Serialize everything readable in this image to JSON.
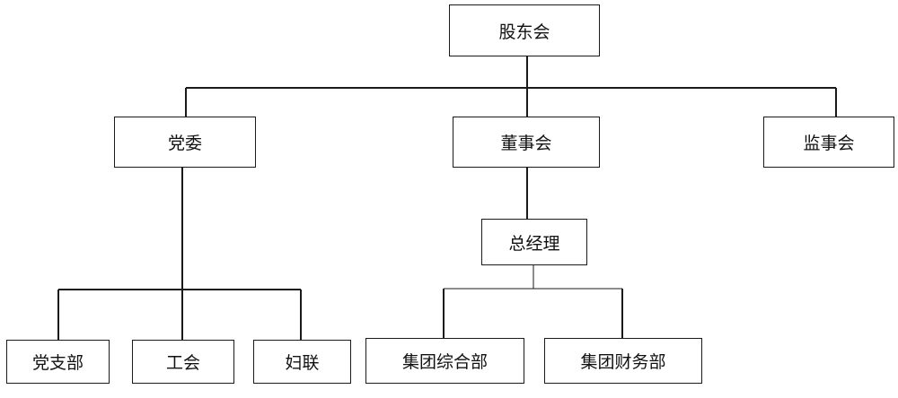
{
  "org_chart": {
    "root": "股东会",
    "party_committee": "党委",
    "board": "董事会",
    "supervisors": "监事会",
    "general_manager": "总经理",
    "party_branch": "党支部",
    "labor_union": "工会",
    "womens_federation": "妇联",
    "general_dept": "集团综合部",
    "finance_dept": "集团财务部"
  }
}
